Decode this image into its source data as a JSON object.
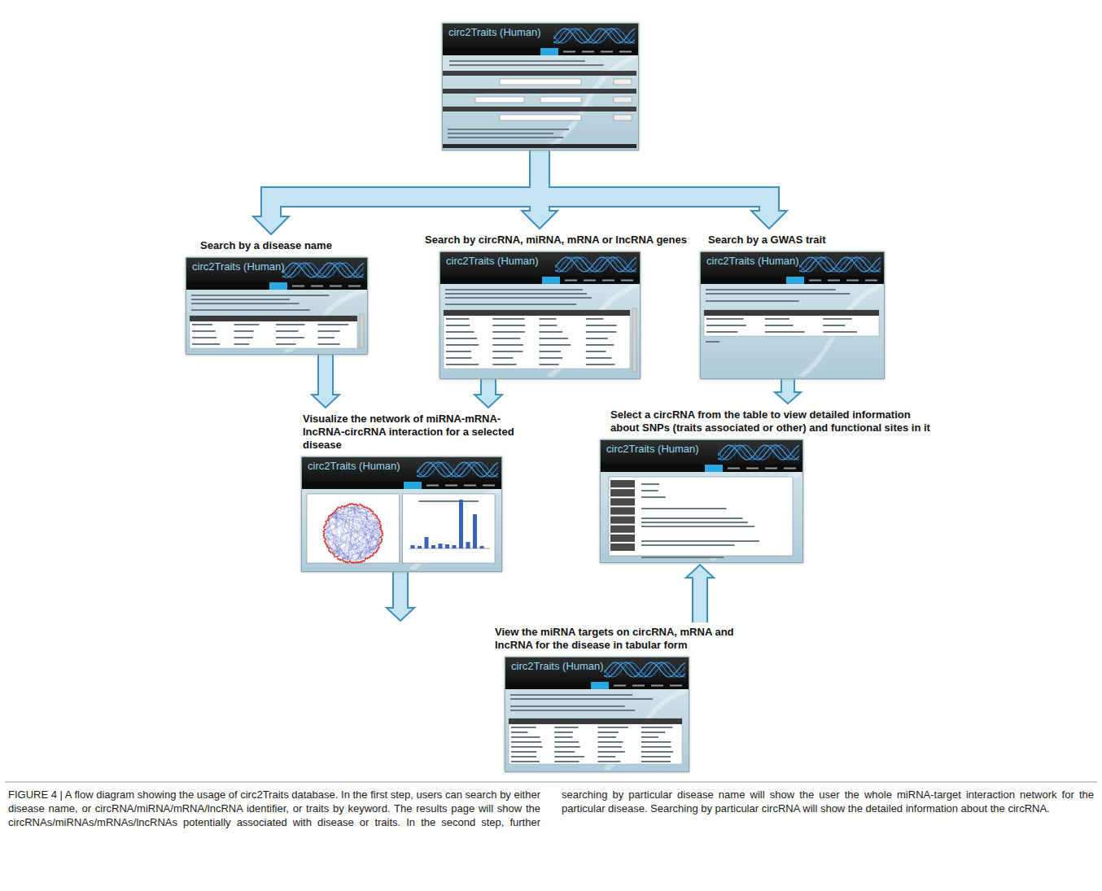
{
  "diagram": {
    "caption": "FIGURE 4 | A flow diagram showing the usage of circ2Traits database. In the first step, users can search by either disease name, or circRNA/miRNA/mRNA/lncRNA identifier, or traits by keyword. The results page will show the circRNAs/miRNAs/mRNAs/lncRNAs potentially associated with disease or traits. In the second step, further searching by particular disease name will show the user the whole miRNA-target interaction network for the particular disease. Searching by particular circRNA will show the detailed information about the circRNA.",
    "nodes": [
      {
        "text": [
          "circ2Traits (Human)"
        ]
      },
      {
        "text": [
          "Search by a disease name",
          "circ2Traits (Human)"
        ]
      },
      {
        "text": [
          "Search by circRNA, miRNA, mRNA or lncRNA genes",
          "circ2Traits (Human)"
        ]
      },
      {
        "text": [
          "Search by a GWAS trait",
          "circ2Traits (Human)"
        ]
      },
      {
        "text": [
          "Visualize the network of miRNA-mRNA-lncRNA-circRNA interaction for a selected disease",
          "circ2Traits (Human)"
        ]
      },
      {
        "text": [
          "Select a circRNA from the table to view detailed information about SNPs (traits associated or other) and functional sites in it",
          "circ2Traits (Human)"
        ]
      },
      {
        "text": [
          "View the miRNA targets on circRNA, mRNA and lncRNA for the disease in tabular form",
          "circ2Traits (Human)"
        ]
      }
    ],
    "edges": [
      {
        "from": 0,
        "to": 1,
        "arrow": "to"
      },
      {
        "from": 0,
        "to": 2,
        "arrow": "to"
      },
      {
        "from": 0,
        "to": 3,
        "arrow": "to"
      },
      {
        "from": 1,
        "to": 4,
        "arrow": "to"
      },
      {
        "from": 2,
        "to": 4,
        "arrow": "to"
      },
      {
        "from": 3,
        "to": 5,
        "arrow": "to"
      },
      {
        "from": 4,
        "to": 6,
        "arrow": "to"
      },
      {
        "from": 6,
        "to": 5,
        "arrow": "to"
      }
    ]
  }
}
